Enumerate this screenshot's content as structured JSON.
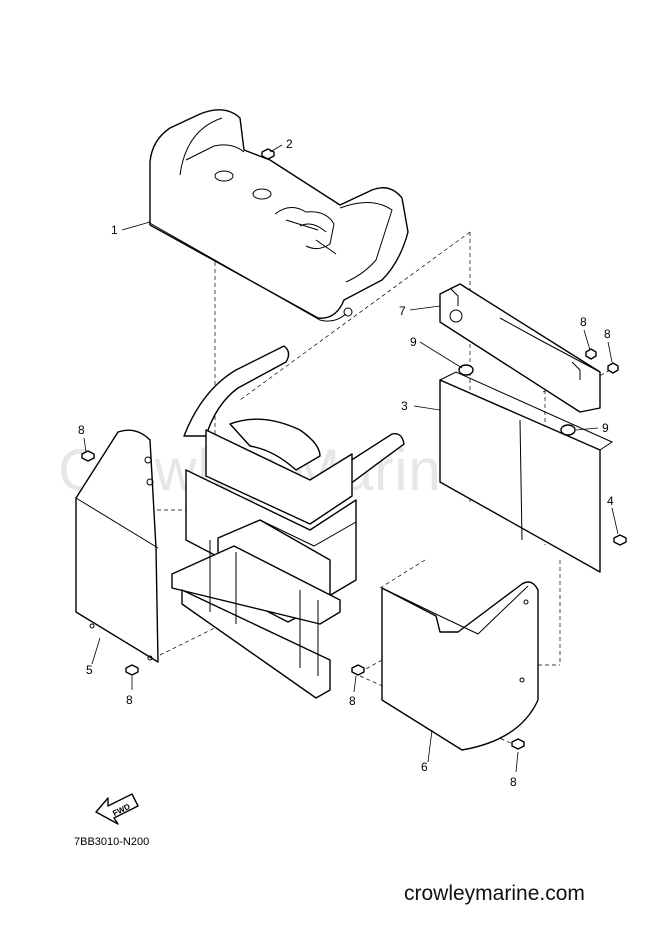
{
  "watermark": "Crowley Marine",
  "callouts": {
    "c1": "1",
    "c2": "2",
    "c3": "3",
    "c4": "4",
    "c5": "5",
    "c6": "6",
    "c7": "7",
    "c8a": "8",
    "c8b": "8",
    "c8c": "8",
    "c8d": "8",
    "c8e": "8",
    "c8f": "8",
    "c9a": "9",
    "c9b": "9"
  },
  "fwd_label": "FWD",
  "diagram_code": "7BB3010-N200",
  "site_url": "crowleymarine.com"
}
